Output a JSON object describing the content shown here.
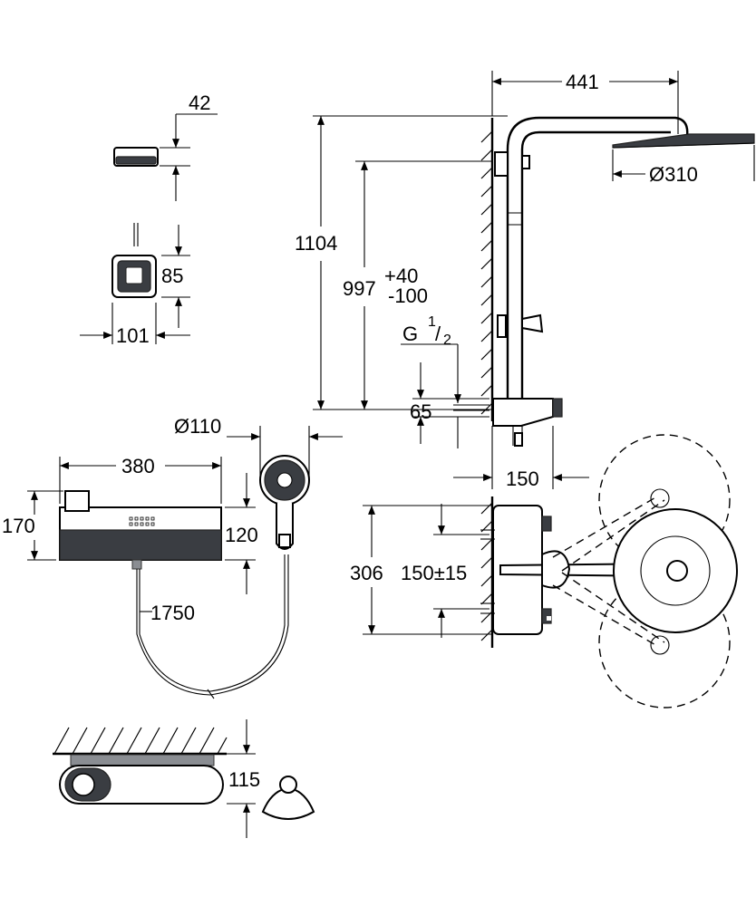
{
  "colors": {
    "line": "#000000",
    "dark_fill": "#3a3d42",
    "mid_fill": "#8a8d92",
    "background": "#ffffff"
  },
  "dimensions": {
    "control_depth": "42",
    "control_height": "85",
    "control_width": "101",
    "head_projection": "441",
    "head_diameter": "Ø310",
    "total_height": "1104",
    "rail_height_main": "997",
    "rail_height_plus": "+40",
    "rail_height_minus": "-100",
    "thread_g": "G",
    "thread_num": "1",
    "thread_den": "2",
    "thread_slash": "/",
    "inlet_offset": "65",
    "thermostat_projection": "150",
    "handshower_diameter": "Ø110",
    "thermostat_width": "380",
    "thermostat_height": "170",
    "thermostat_body": "120",
    "hose_length": "1750",
    "plan_depth": "306",
    "inlet_spacing": "150±15",
    "shelf_depth": "115"
  }
}
